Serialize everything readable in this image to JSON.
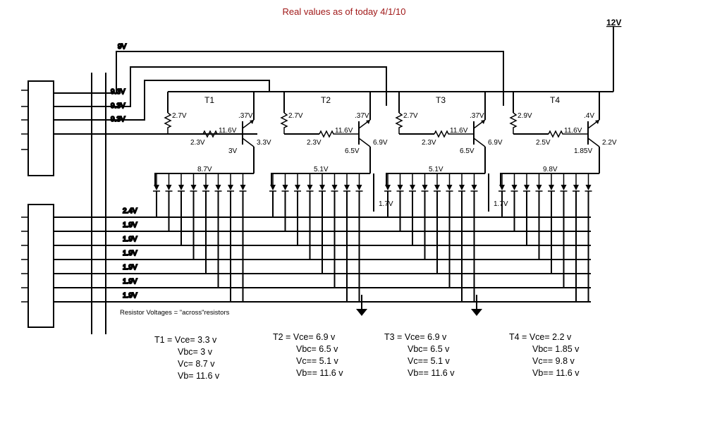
{
  "title": "Real values as of today 4/1/10",
  "supply_label": "12V",
  "transistors": [
    {
      "name": "T1",
      "vr_top": "2.7V",
      "vbase": "11.6V",
      "vr_bot": "2.3V",
      "ve": ".37V",
      "vce": "3.3V",
      "vbc": "3V",
      "vc": "8.7V"
    },
    {
      "name": "T2",
      "vr_top": "2.7V",
      "vbase": "11.6V",
      "vr_bot": "2.3V",
      "ve": ".37V",
      "vce": "6.9V",
      "vbc": "6.5V",
      "vc": "5.1V",
      "vgnd": "1.7V"
    },
    {
      "name": "T3",
      "vr_top": "2.7V",
      "vbase": "11.6V",
      "vr_bot": "2.3V",
      "ve": ".37V",
      "vce": "6.9V",
      "vbc": "6.5V",
      "vc": "5.1V",
      "vgnd": "1.7V"
    },
    {
      "name": "T4",
      "vr_top": "2.9V",
      "vbase": "11.6V",
      "vr_bot": "2.5V",
      "ve": ".4V",
      "vce": "2.2V",
      "vbc": "1.85V",
      "vc": "9.8V"
    }
  ],
  "upper_inputs": [
    "9V",
    "9.3V",
    "9.3V",
    "9.3V"
  ],
  "lower_inputs": [
    "2.4V",
    "1.9V",
    "1.9V",
    "1.9V",
    "1.9V",
    "1.9V",
    "1.9V"
  ],
  "note": "Resistor Voltages = \"across\"resistors",
  "summaries": [
    [
      "T1 = Vce= 3.3 v",
      "Vbc= 3 v",
      "Vc= 8.7 v",
      "Vb= 11.6 v"
    ],
    [
      "T2 = Vce= 6.9 v",
      "Vbc= 6.5 v",
      "Vc== 5.1 v",
      "Vb== 11.6 v"
    ],
    [
      "T3 = Vce= 6.9 v",
      "Vbc= 6.5 v",
      "Vc== 5.1 v",
      "Vb== 11.6 v"
    ],
    [
      "T4 = Vce= 2.2 v",
      "Vbc= 1.85 v",
      "Vc== 9.8 v",
      "Vb== 11.6 v"
    ]
  ]
}
